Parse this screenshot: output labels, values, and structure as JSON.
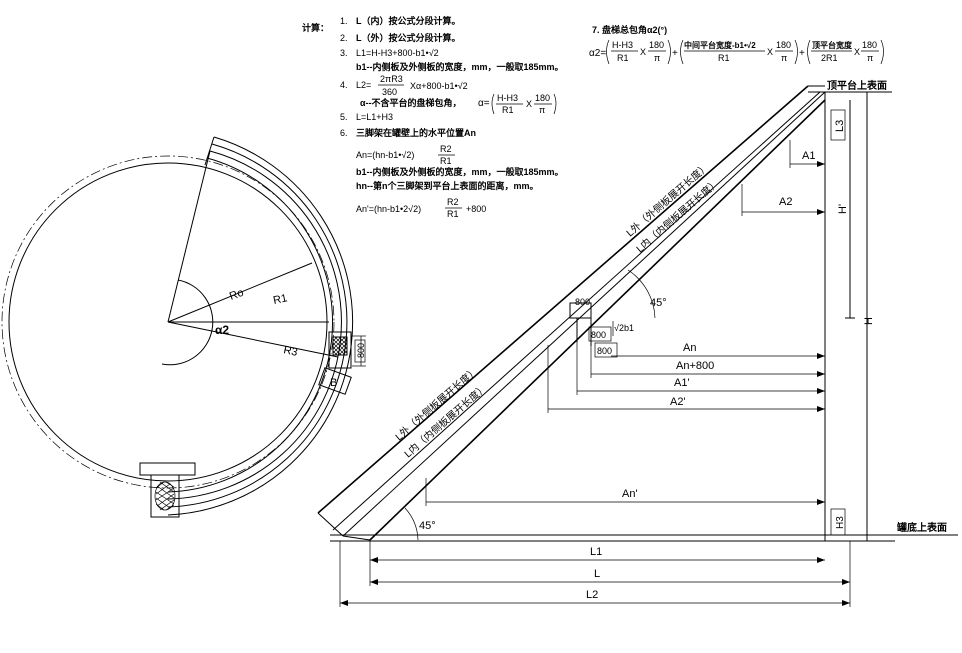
{
  "formulas": {
    "calc_title": "计算：",
    "items": [
      {
        "num": "1.",
        "text": "L（内）按公式分段计算。"
      },
      {
        "num": "2.",
        "text": "L（外）按公式分段计算。"
      },
      {
        "num": "3.",
        "text": "L1=H-H3+800-b1•√2"
      },
      {
        "num": "",
        "text": "b1--内侧板及外侧板的宽度，mm，一般取185mm。"
      },
      {
        "num": "4.",
        "text": "L2=  2πR3/360  Xα+800-b1•√2"
      },
      {
        "num": "",
        "text": "α--不含平台的盘梯包角，"
      },
      {
        "num": "",
        "text": "α=(H-H3/R1 X 180/π)"
      },
      {
        "num": "5.",
        "text": "L=L1+H3"
      },
      {
        "num": "6.",
        "text": "三脚架在罐壁上的水平位置An"
      },
      {
        "num": "",
        "text": "An=(hn-b1•√2) R2/R1"
      },
      {
        "num": "",
        "text": "b1--内侧板及外侧板的宽度，mm，一般取185mm。"
      },
      {
        "num": "",
        "text": "hn--第n个三脚架到平台上表面的距离，mm。"
      },
      {
        "num": "",
        "text": "An'=(hn-b1•2√2) R2/R1 +800"
      }
    ],
    "item7_title": "7.  盘梯总包角α2(°)",
    "item7_lead": "α2=",
    "item7_terms": [
      "H-H3",
      "R1",
      "180",
      "π",
      "中间平台宽度-b1•√2",
      "R1",
      "180",
      "π",
      "顶平台宽度",
      "2R1",
      "180",
      "π"
    ],
    "labels_inline": {
      "l2_num": "2πR3",
      "l2_den": "360",
      "l2_rest": "Xα+800-b1•√2",
      "alpha_def": "α--不含平台的盘梯包角，",
      "alpha_eq": "α=",
      "alpha_num": "H-H3",
      "alpha_den": "R1",
      "alpha_x": "X",
      "alpha_c_num": "180",
      "alpha_c_den": "π",
      "an_lead": "An=(hn-b1•√2)",
      "an_num": "R2",
      "an_den": "R1",
      "anp_lead": "An'=(hn-b1•2√2)",
      "anp_num": "R2",
      "anp_den": "R1",
      "anp_tail": "+800"
    }
  },
  "plan_view": {
    "labels": {
      "ro": "Ro",
      "r1": "R1",
      "r3": "R3",
      "alpha2": "α2",
      "b": "B",
      "dim800": "800"
    }
  },
  "elevation": {
    "labels": {
      "top_platform": "顶平台上表面",
      "tank_bottom": "罐底上表面",
      "l3": "L3",
      "a1": "A1",
      "a2": "A2",
      "h_prime": "H'",
      "h": "H",
      "h3": "H3",
      "angle_top": "45°",
      "angle_bottom": "45°",
      "dim800a": "800",
      "dim800b": "800",
      "dim800c": "800",
      "sqrt2b1": "√2b1",
      "an": "An",
      "an800": "An+800",
      "a1p": "A1'",
      "a2p": "A2'",
      "anp": "An'",
      "l1": "L1",
      "l": "L",
      "l2": "L2",
      "outer_upper": "L外（外侧板展开长度）",
      "inner_upper": "L内（内侧板展开长度）",
      "outer_lower": "L外（外侧板展开长度）",
      "inner_lower": "L内（内侧板展开长度）"
    }
  }
}
